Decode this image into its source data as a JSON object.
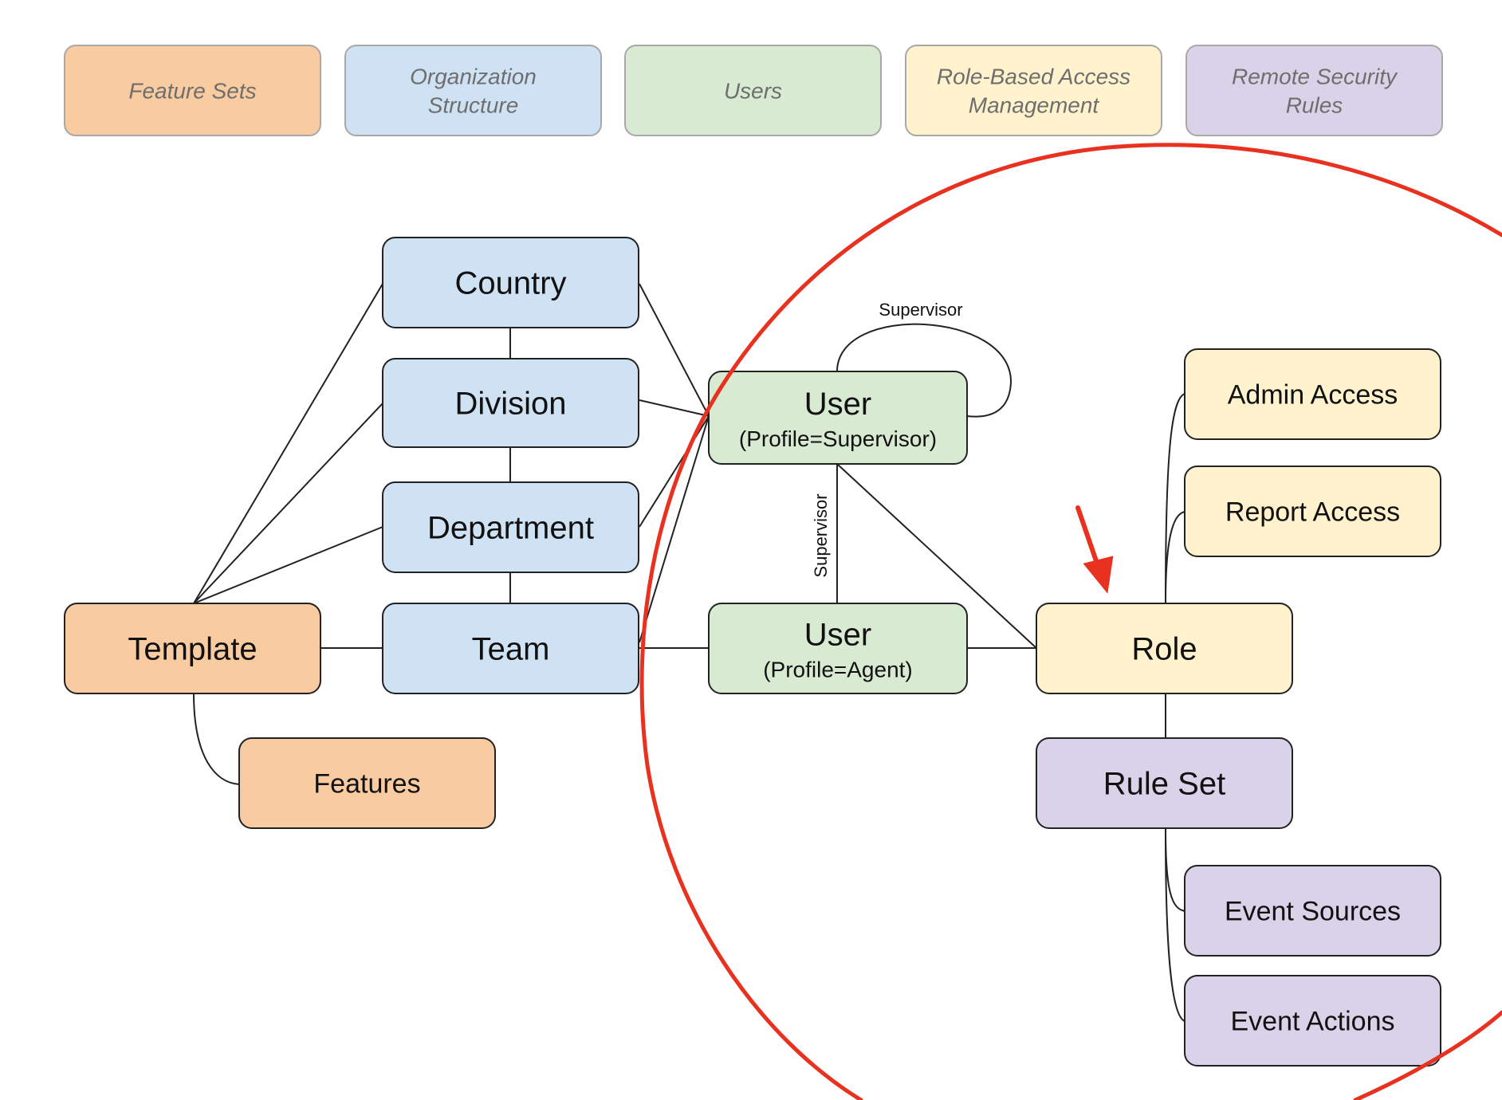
{
  "colors": {
    "orange": "#f8cba0",
    "blue": "#cfe2f3",
    "green": "#d9ead3",
    "yellow": "#fff2cc",
    "purple": "#d9d2e9",
    "connector": "#222222",
    "legend_border": "#a8a8a8",
    "legend_text": "#6e6e6e",
    "annotation_red": "#e8321f"
  },
  "legend": [
    {
      "id": "feature-sets",
      "lines": [
        "Feature Sets"
      ],
      "color": "orange"
    },
    {
      "id": "organization-structure",
      "lines": [
        "Organization",
        "Structure"
      ],
      "color": "blue"
    },
    {
      "id": "users",
      "lines": [
        "Users"
      ],
      "color": "green"
    },
    {
      "id": "role-based-access-management",
      "lines": [
        "Role-Based Access",
        "Management"
      ],
      "color": "yellow"
    },
    {
      "id": "remote-security-rules",
      "lines": [
        "Remote Security",
        "Rules"
      ],
      "color": "purple"
    }
  ],
  "nodes": [
    {
      "id": "country",
      "title": "Country",
      "color": "blue"
    },
    {
      "id": "division",
      "title": "Division",
      "color": "blue"
    },
    {
      "id": "department",
      "title": "Department",
      "color": "blue"
    },
    {
      "id": "team",
      "title": "Team",
      "color": "blue"
    },
    {
      "id": "template",
      "title": "Template",
      "color": "orange"
    },
    {
      "id": "features",
      "title": "Features",
      "color": "orange"
    },
    {
      "id": "user-supervisor",
      "title": "User",
      "subtitle": "(Profile=Supervisor)",
      "color": "green"
    },
    {
      "id": "user-agent",
      "title": "User",
      "subtitle": "(Profile=Agent)",
      "color": "green"
    },
    {
      "id": "role",
      "title": "Role",
      "color": "yellow"
    },
    {
      "id": "admin-access",
      "title": "Admin Access",
      "color": "yellow"
    },
    {
      "id": "report-access",
      "title": "Report Access",
      "color": "yellow"
    },
    {
      "id": "rule-set",
      "title": "Rule Set",
      "color": "purple"
    },
    {
      "id": "event-sources",
      "title": "Event Sources",
      "color": "purple"
    },
    {
      "id": "event-actions",
      "title": "Event Actions",
      "color": "purple"
    }
  ],
  "edge_labels": {
    "supervisor_loop": "Supervisor",
    "supervisor_vertical": "Supervisor"
  }
}
